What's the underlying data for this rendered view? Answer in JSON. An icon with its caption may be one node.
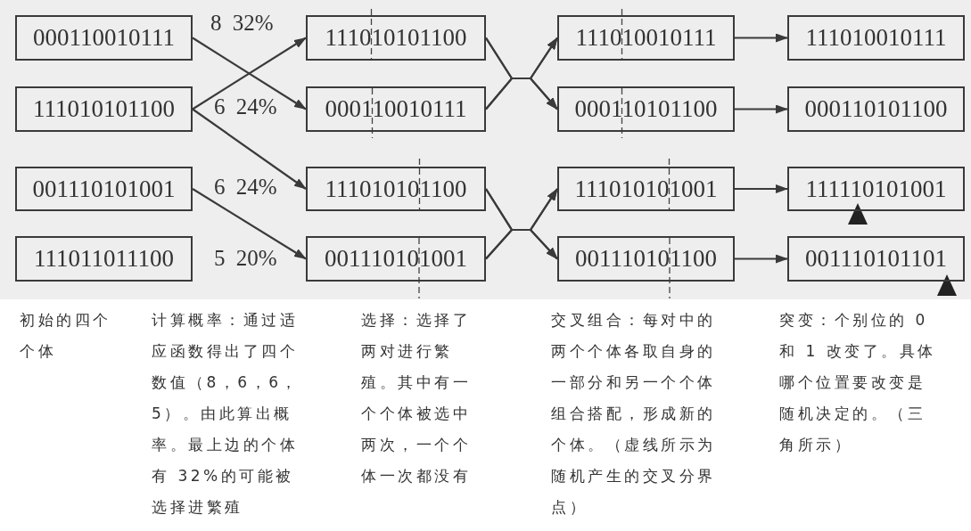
{
  "diagram": {
    "nodes": [
      {
        "text": [
          "000110010111"
        ]
      },
      {
        "text": [
          "111010101100"
        ]
      },
      {
        "text": [
          "001110101001"
        ]
      },
      {
        "text": [
          "111011011100"
        ]
      },
      {
        "text": [
          "111010101100"
        ]
      },
      {
        "text": [
          "000110010111"
        ]
      },
      {
        "text": [
          "111010101100"
        ]
      },
      {
        "text": [
          "001110101001"
        ]
      },
      {
        "text": [
          "111010010111"
        ]
      },
      {
        "text": [
          "000110101100"
        ]
      },
      {
        "text": [
          "111010101001"
        ]
      },
      {
        "text": [
          "001110101100"
        ]
      },
      {
        "text": [
          "111010010111"
        ]
      },
      {
        "text": [
          "000110101100"
        ]
      },
      {
        "text": [
          "111110101001"
        ]
      },
      {
        "text": [
          "001110101101"
        ]
      }
    ],
    "edges": [
      {
        "from": 0,
        "to": 5,
        "arrow": "to"
      },
      {
        "from": 1,
        "to": 4,
        "arrow": "to"
      },
      {
        "from": 1,
        "to": 6,
        "arrow": "to"
      },
      {
        "from": 2,
        "to": 7,
        "arrow": "to"
      },
      {
        "from": 4,
        "to": 8,
        "arrow": "to"
      },
      {
        "from": 4,
        "to": 9,
        "arrow": "to"
      },
      {
        "from": 5,
        "to": 8,
        "arrow": "to"
      },
      {
        "from": 5,
        "to": 9,
        "arrow": "to"
      },
      {
        "from": 6,
        "to": 10,
        "arrow": "to"
      },
      {
        "from": 6,
        "to": 11,
        "arrow": "to"
      },
      {
        "from": 7,
        "to": 10,
        "arrow": "to"
      },
      {
        "from": 7,
        "to": 11,
        "arrow": "to"
      },
      {
        "from": 8,
        "to": 12,
        "arrow": "to"
      },
      {
        "from": 9,
        "to": 13,
        "arrow": "to"
      },
      {
        "from": 10,
        "to": 14,
        "arrow": "to"
      },
      {
        "from": 11,
        "to": 15,
        "arrow": "to"
      }
    ],
    "labels": [
      "8 32%",
      "6 24%",
      "6 24%",
      "5 20%",
      "初始的四个个体",
      "计算概率：通过适应函数得出了四个数值（8，6，6，5）。由此算出概率。最上边的个体有 32%的可能被选择进繁殖",
      "选择：选择了两对进行繁殖。其中有一个个体被选中两次，一个个体一次都没有",
      "交叉组合：每对中的两个个体各取自身的一部分和另一个个体组合搭配，形成新的个体。（虚线所示为随机产生的交叉分界点）",
      "突变：个别位的 0 和 1 改变了。具体哪个位置要改变是随机决定的。（三角所示）"
    ]
  }
}
